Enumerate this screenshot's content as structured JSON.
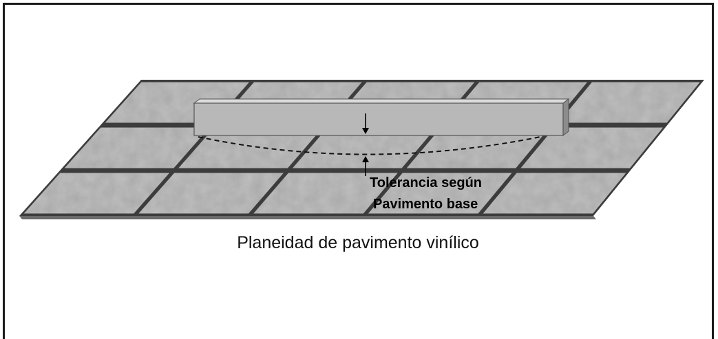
{
  "diagram": {
    "caption": "Planeidad de pavimento vinílico",
    "tolerance_label_line1": "Tolerancia según",
    "tolerance_label_line2": "Pavimento base"
  },
  "colors": {
    "tile": "#a9a9a9",
    "tile_dark": "#8f8f8f",
    "grout": "#404040",
    "ruler_face": "#b5b5b5",
    "ruler_top": "#d8d8d8",
    "frame": "#1a1a1a"
  }
}
